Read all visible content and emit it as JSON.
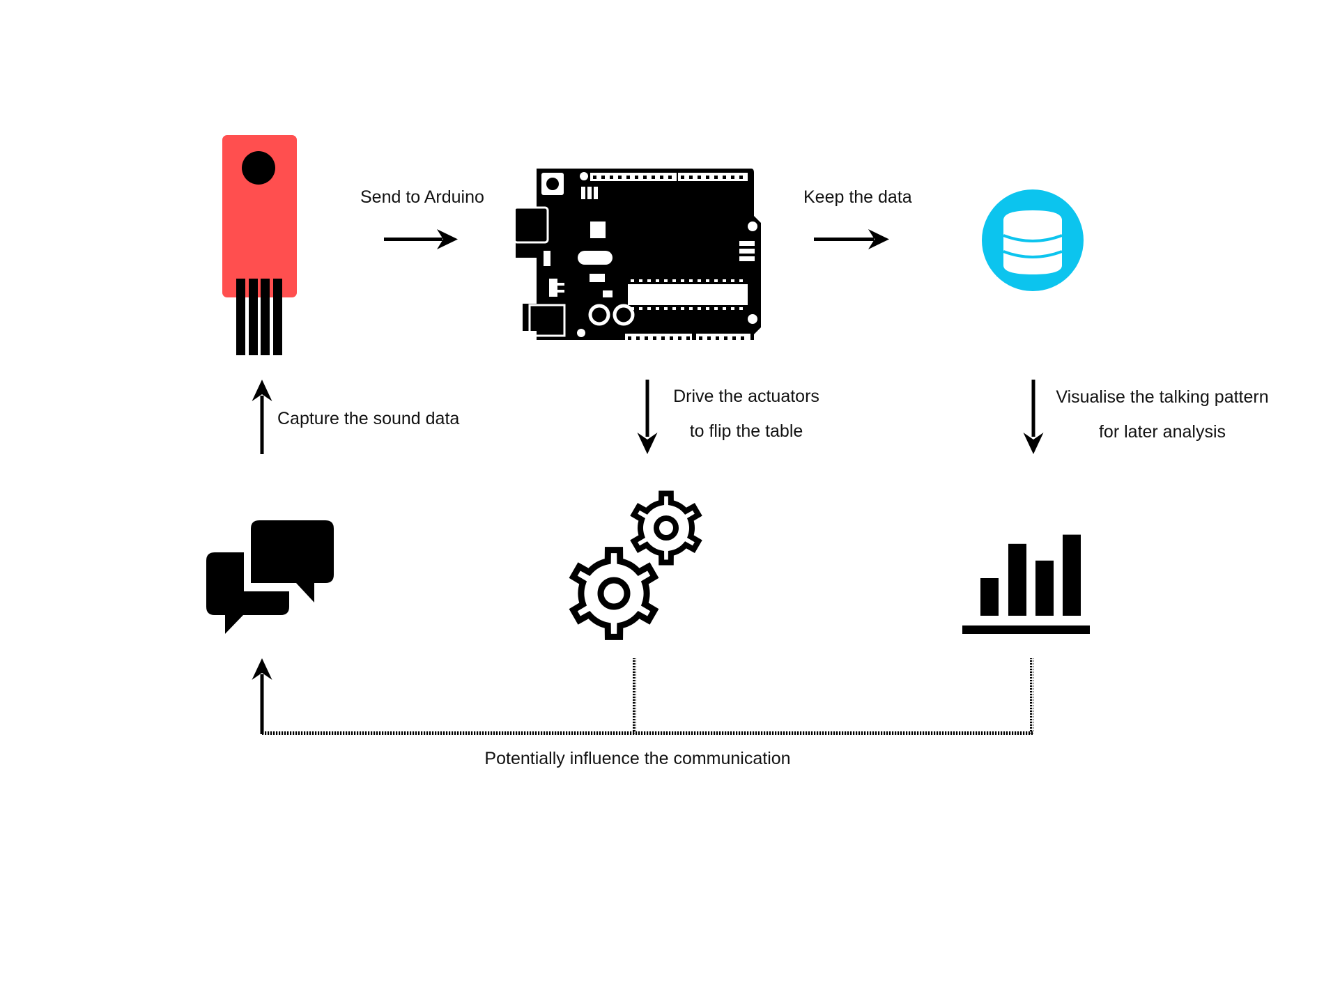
{
  "diagram": {
    "title": "Sound-driven flipping table system flow",
    "colors": {
      "sensor": "#FF4F4F",
      "database": "#0CC4EE",
      "ink": "#000000"
    },
    "nodes": [
      {
        "id": "sound-sensor",
        "icon": "sound-sensor-icon"
      },
      {
        "id": "arduino",
        "icon": "arduino-board-icon"
      },
      {
        "id": "database",
        "icon": "database-icon"
      },
      {
        "id": "conversation",
        "icon": "chat-bubbles-icon"
      },
      {
        "id": "actuators",
        "icon": "gears-icon"
      },
      {
        "id": "visualisation",
        "icon": "bar-chart-icon"
      }
    ],
    "edges": {
      "send_to_arduino": {
        "from": "sound-sensor",
        "to": "arduino",
        "label": "Send to Arduino",
        "style": "solid"
      },
      "keep_the_data": {
        "from": "arduino",
        "to": "database",
        "label": "Keep the data",
        "style": "solid"
      },
      "capture_sound": {
        "from": "conversation",
        "to": "sound-sensor",
        "label": "Capture the sound data",
        "style": "solid"
      },
      "drive_actuators": {
        "from": "arduino",
        "to": "actuators",
        "label_line1": "Drive the actuators",
        "label_line2": "to flip the table",
        "style": "solid"
      },
      "visualise": {
        "from": "database",
        "to": "visualisation",
        "label_line1": "Visualise the talking pattern",
        "label_line2": "for later analysis",
        "style": "solid"
      },
      "influence": {
        "from": [
          "actuators",
          "visualisation"
        ],
        "to": "conversation",
        "label": "Potentially influence the communication",
        "style": "dotted"
      }
    },
    "chart_icon_bars": [
      0.45,
      0.86,
      0.66,
      0.97
    ]
  }
}
